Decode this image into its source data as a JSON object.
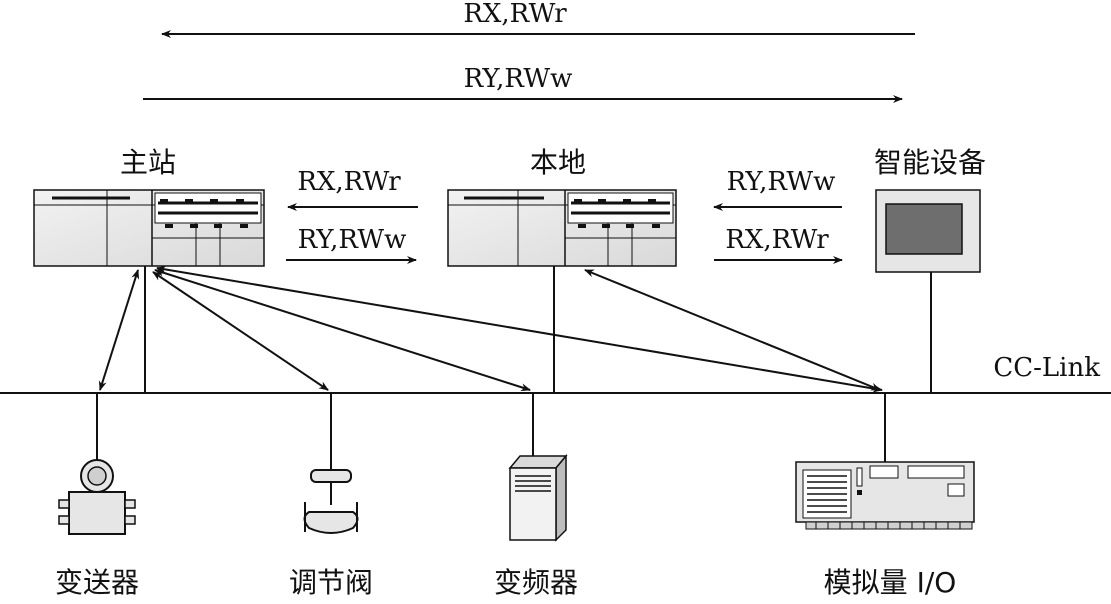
{
  "top_flows": {
    "upper": "RX,RWr",
    "lower": "RY,RWw"
  },
  "stations": {
    "master": {
      "label": "主站"
    },
    "local": {
      "label": "本地"
    },
    "smart": {
      "label": "智能设备"
    }
  },
  "link_flows": {
    "master_local_upper": "RX,RWr",
    "master_local_lower": "RY,RWw",
    "local_smart_upper": "RY,RWw",
    "local_smart_lower": "RX,RWr"
  },
  "bus": {
    "label": "CC-Link"
  },
  "devices": {
    "transmitter": "变送器",
    "valve": "调节阀",
    "inverter": "变频器",
    "analog_io": "模拟量 I/O"
  }
}
